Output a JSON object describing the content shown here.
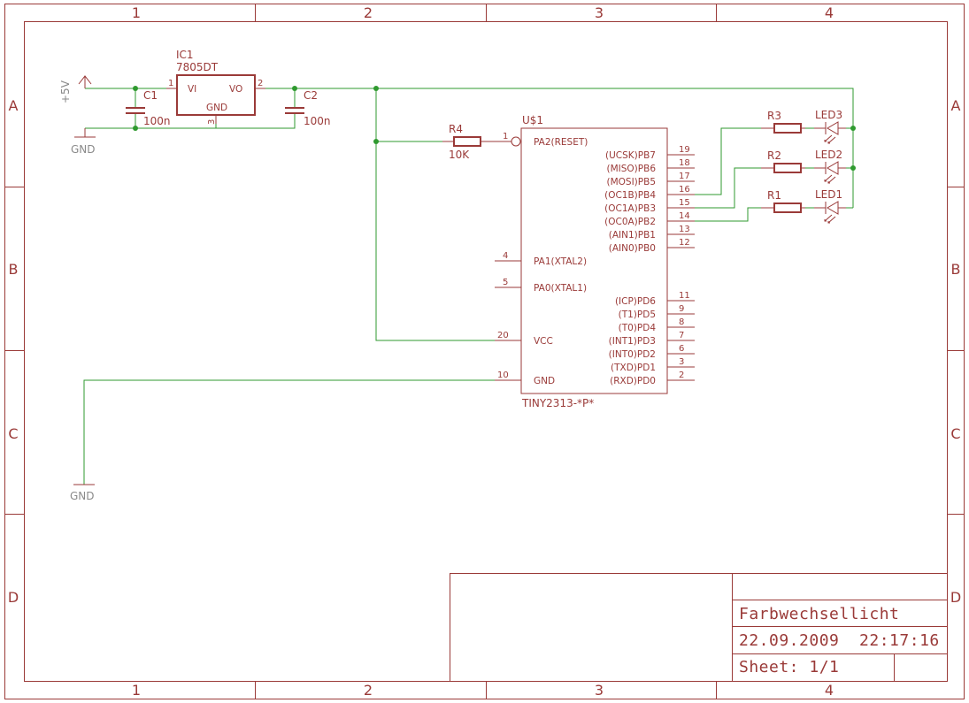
{
  "frame": {
    "col_labels": [
      "1",
      "2",
      "3",
      "4"
    ],
    "row_labels": [
      "A",
      "B",
      "C",
      "D"
    ]
  },
  "title_block": {
    "title": "Farbwechsellicht",
    "datetime": "22.09.2009  22:17:16",
    "sheet": "Sheet: 1/1"
  },
  "supply": {
    "label": "+5V",
    "gnd1": "GND",
    "gnd2": "GND"
  },
  "ic1": {
    "name": "IC1",
    "value": "7805DT",
    "pin_vi": "VI",
    "pin_vo": "VO",
    "pin_gnd": "GND",
    "pin1": "1",
    "pin2": "2",
    "pin3": "3"
  },
  "c1": {
    "name": "C1",
    "value": "100n"
  },
  "c2": {
    "name": "C2",
    "value": "100n"
  },
  "r4": {
    "name": "R4",
    "value": "10K"
  },
  "r1": {
    "name": "R1"
  },
  "r2": {
    "name": "R2"
  },
  "r3": {
    "name": "R3"
  },
  "led1": {
    "name": "LED1"
  },
  "led2": {
    "name": "LED2"
  },
  "led3": {
    "name": "LED3"
  },
  "mcu": {
    "name": "U$1",
    "value": "TINY2313-*P*",
    "left_pins": [
      {
        "num": "1",
        "label": "PA2(RESET)"
      },
      {
        "num": "4",
        "label": "PA1(XTAL2)"
      },
      {
        "num": "5",
        "label": "PA0(XTAL1)"
      },
      {
        "num": "20",
        "label": "VCC"
      },
      {
        "num": "10",
        "label": "GND"
      }
    ],
    "right_pins": [
      {
        "num": "19",
        "label": "(UCSK)PB7"
      },
      {
        "num": "18",
        "label": "(MISO)PB6"
      },
      {
        "num": "17",
        "label": "(MOSI)PB5"
      },
      {
        "num": "16",
        "label": "(OC1B)PB4"
      },
      {
        "num": "15",
        "label": "(OC1A)PB3"
      },
      {
        "num": "14",
        "label": "(OC0A)PB2"
      },
      {
        "num": "13",
        "label": "(AIN1)PB1"
      },
      {
        "num": "12",
        "label": "(AIN0)PB0"
      },
      {
        "num": "11",
        "label": "(ICP)PD6"
      },
      {
        "num": "9",
        "label": "(T1)PD5"
      },
      {
        "num": "8",
        "label": "(T0)PD4"
      },
      {
        "num": "7",
        "label": "(INT1)PD3"
      },
      {
        "num": "6",
        "label": "(INT0)PD2"
      },
      {
        "num": "3",
        "label": "(TXD)PD1"
      },
      {
        "num": "2",
        "label": "(RXD)PD0"
      }
    ]
  },
  "colors": {
    "symbol": "#9a3a38",
    "wire": "#2f9a2f",
    "label_gray": "#8a8a8a",
    "background": "#ffffff"
  }
}
